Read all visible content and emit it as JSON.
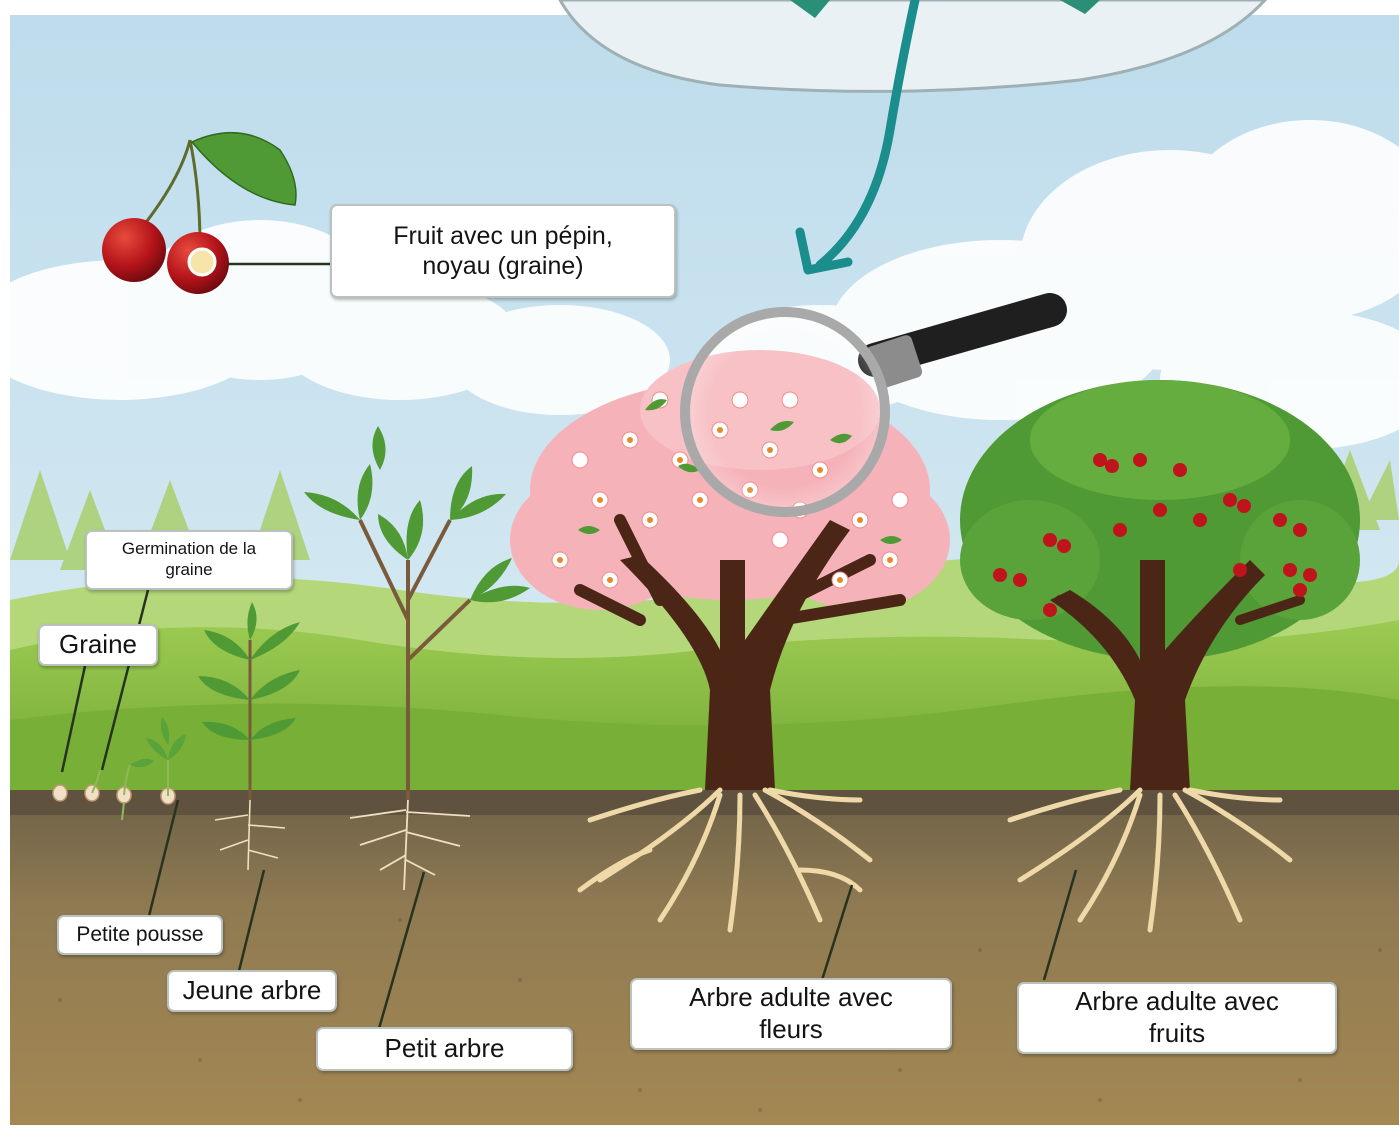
{
  "labels": {
    "fruit": "Fruit avec un pépin, noyau (graine)",
    "germination": "Germination de la graine",
    "graine": "Graine",
    "petite_pousse": "Petite pousse",
    "jeune_arbre": "Jeune arbre",
    "petit_arbre": "Petit arbre",
    "arbre_fleurs": "Arbre adulte avec fleurs",
    "arbre_fruits": "Arbre adulte avec fruits"
  },
  "colors": {
    "sky": "#cfe6f2",
    "cloud": "#ffffff",
    "grass": "#8cc63f",
    "soil_top": "#7a6a4d",
    "soil_bottom": "#a58b55",
    "root": "#f0d9a8",
    "trunk": "#4b2617",
    "arrow": "#1a8d8c",
    "blossom": "#f4a7b0",
    "cherry": "#c0141c",
    "leaf": "#4f9a34"
  },
  "icons": [
    "magnifier-icon",
    "cherry-icon",
    "arrow-icon"
  ]
}
